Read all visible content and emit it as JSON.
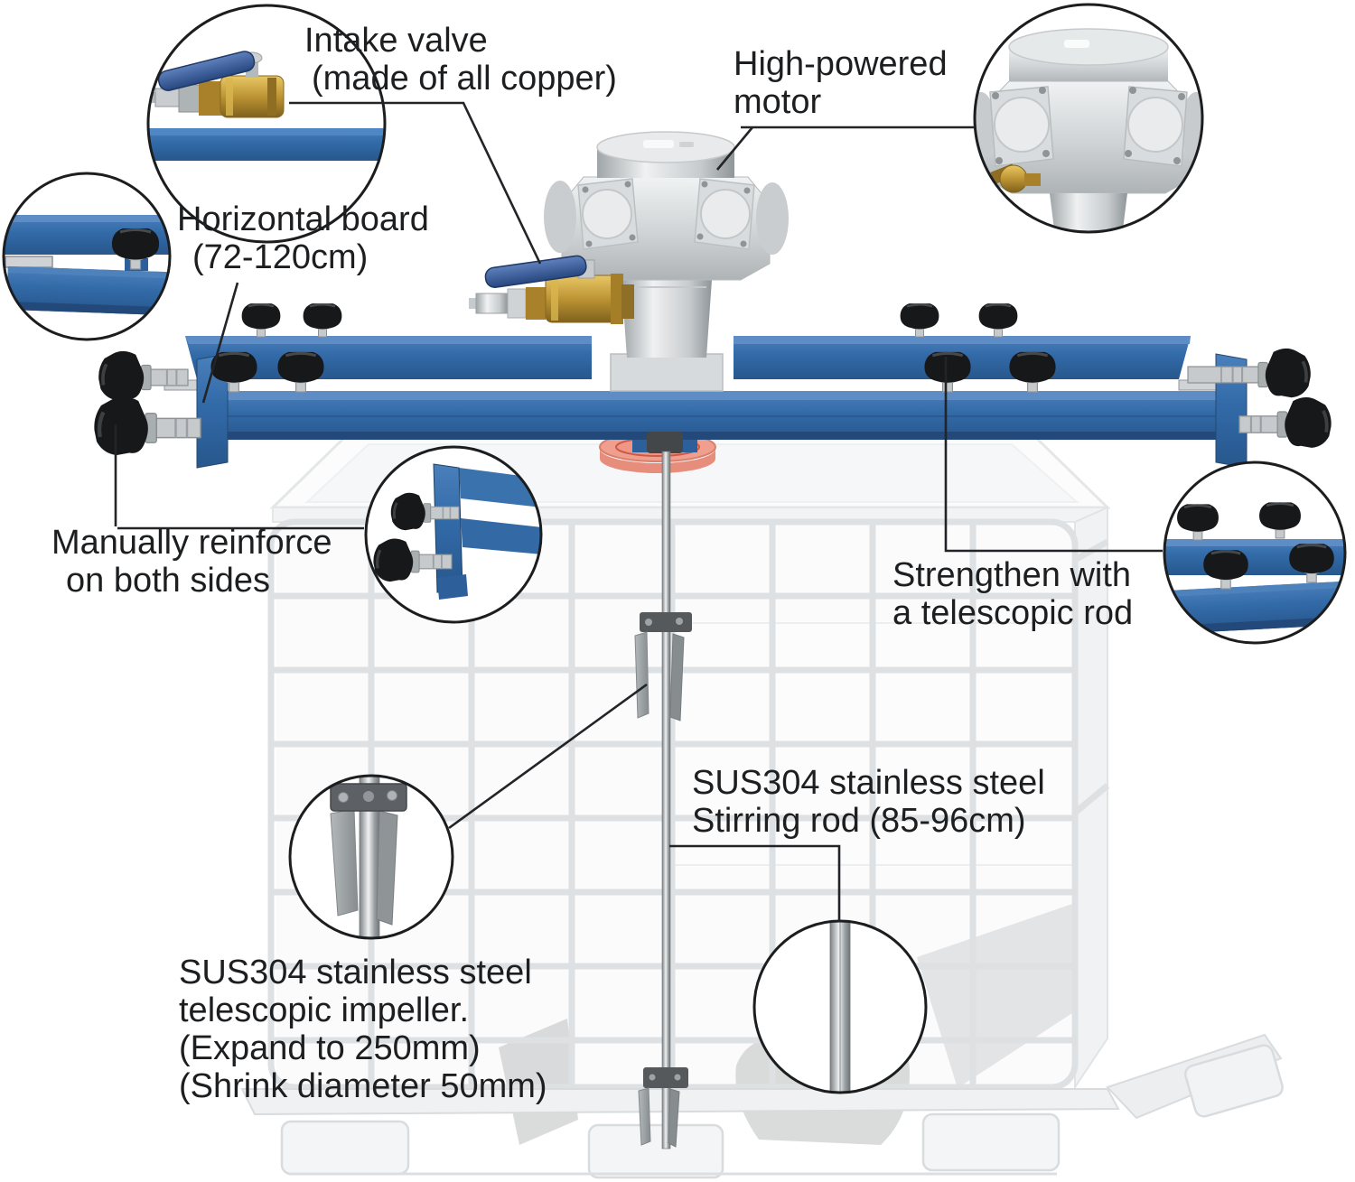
{
  "figure": {
    "type": "product-annotation-diagram",
    "subject": "Pneumatic mixer mounted on an IBC tote tank with callout detail circles",
    "background": "#ffffff"
  },
  "labels": {
    "intake_valve": {
      "lines": [
        "Intake valve",
        "(made of all copper)"
      ]
    },
    "motor": {
      "lines": [
        "High-powered",
        "motor"
      ]
    },
    "horizontal_board": {
      "lines": [
        "Horizontal board",
        "(72-120cm)"
      ]
    },
    "manual_reinforce": {
      "lines": [
        "Manually reinforce",
        "on both sides"
      ]
    },
    "telescopic_rod": {
      "lines": [
        "Strengthen with",
        "a telescopic rod"
      ]
    },
    "stirring_rod": {
      "lines": [
        "SUS304 stainless steel",
        "Stirring rod (85-96cm)"
      ]
    },
    "impeller": {
      "lines": [
        "SUS304 stainless steel",
        "telescopic impeller.",
        "(Expand to 250mm)",
        "(Shrink diameter 50mm)"
      ]
    }
  },
  "callouts": [
    {
      "name": "intake-valve-closeup"
    },
    {
      "name": "motor-closeup"
    },
    {
      "name": "horizontal-board-closeup"
    },
    {
      "name": "side-clamp-closeup"
    },
    {
      "name": "telescopic-rod-closeup"
    },
    {
      "name": "impeller-closeup"
    },
    {
      "name": "stirring-rod-closeup"
    }
  ],
  "colors": {
    "board_blue": "#316aa8",
    "board_blue_light": "#5d8dc4",
    "knob_black": "#17181a",
    "brass": "#bd9434",
    "valve_handle_blue": "#2c4d8c",
    "motor_silver": "#d6dadc",
    "cap_red": "#f09e8e",
    "tote_line_gray": "#dde1e3",
    "leader_line": "#222427",
    "text": "#1c1e20"
  }
}
